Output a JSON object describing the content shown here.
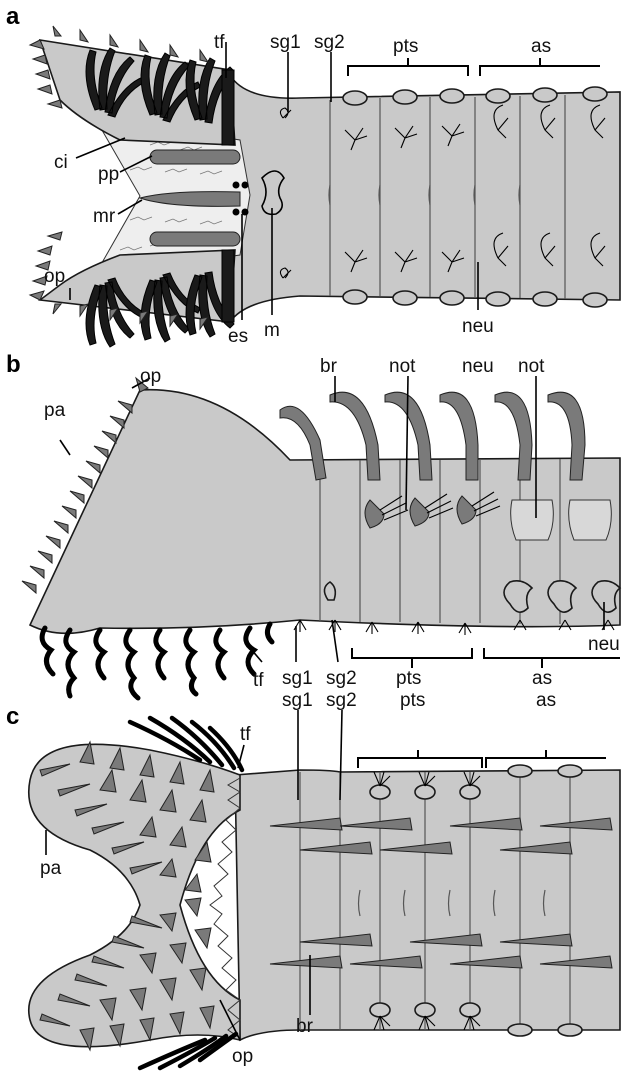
{
  "panels": [
    {
      "id": "a",
      "label": "a",
      "labels": [
        "tf",
        "sg1",
        "sg2",
        "pts",
        "as",
        "ci",
        "pp",
        "mr",
        "op",
        "es",
        "m",
        "neu"
      ]
    },
    {
      "id": "b",
      "label": "b",
      "labels": [
        "pa",
        "op",
        "br",
        "not",
        "neu",
        "not",
        "tf",
        "sg1",
        "sg2",
        "pts",
        "as",
        "neu"
      ]
    },
    {
      "id": "c",
      "label": "c",
      "labels": [
        "pa",
        "tf",
        "sg1",
        "sg2",
        "pts",
        "as",
        "br",
        "op"
      ]
    }
  ],
  "colors": {
    "body": "#c9c9c9",
    "papillae": "#7a7a7a",
    "dark_structures": "#1a1a1a",
    "pale_plate": "#eeeeee"
  }
}
